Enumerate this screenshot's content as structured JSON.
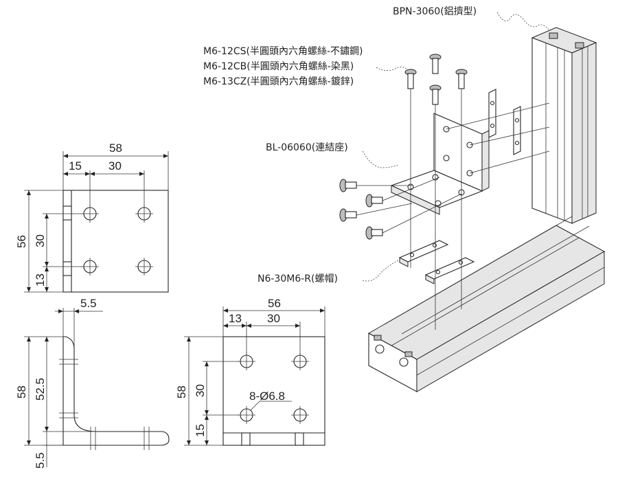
{
  "labels": {
    "profile": "BPN-3060(鋁擠型)",
    "screw_cs": "M6-12CS(半圓頭內六角螺絲-不鏽鋼)",
    "screw_cb": "M6-12CB(半圓頭內六角螺絲-染黑)",
    "screw_cz": "M6-13CZ(半圓頭內六角螺絲-鍍鋅)",
    "bracket": "BL-06060(連結座)",
    "nut": "N6-30M6-R(螺帽)"
  },
  "view_top": {
    "width": "58",
    "offset": "15",
    "spacing": "30",
    "height": "56",
    "v_spacing": "30",
    "v_offset": "13"
  },
  "view_side": {
    "thickness": "5.5",
    "height": "58",
    "inner_height": "52.5",
    "bottom_thickness": "5.5"
  },
  "view_front": {
    "width": "56",
    "offset": "13",
    "spacing": "30",
    "height": "58",
    "v_spacing": "30",
    "v_offset": "15",
    "hole_note": "8-Ø6.8"
  }
}
